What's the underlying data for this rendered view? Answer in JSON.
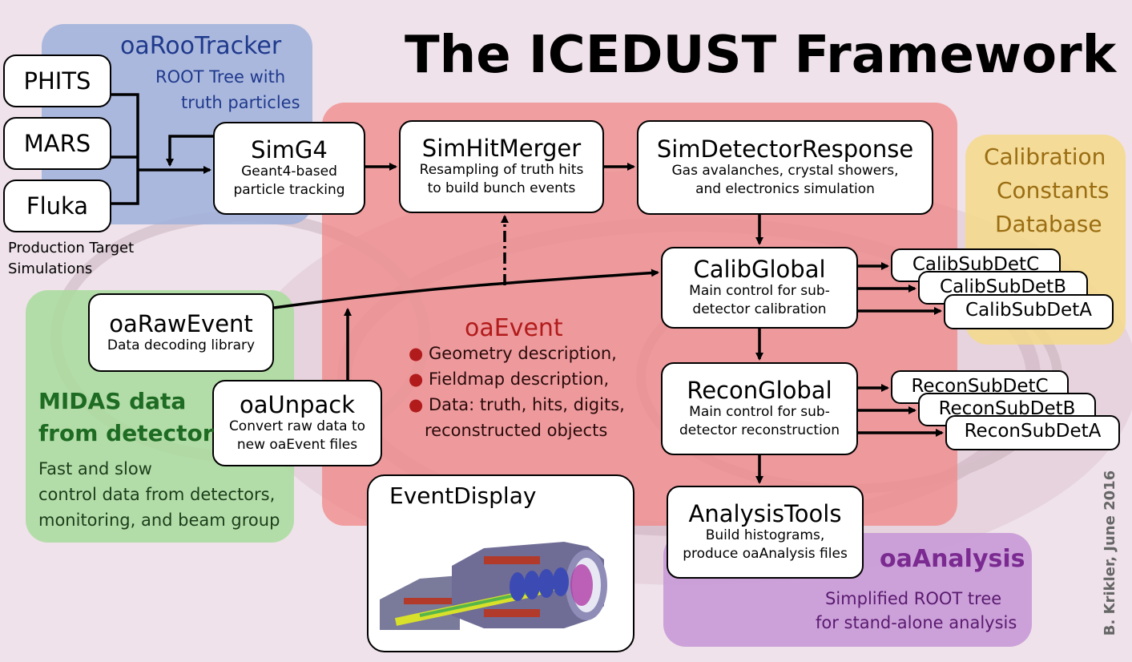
{
  "title": "The ICEDUST Framework",
  "credit": "B. Krikler, June 2016",
  "colors": {
    "blue_region": "#9fb0dc",
    "red_region": "#f08a8a",
    "green_region": "#a8dc9c",
    "yellow_region": "#f5d98a",
    "purple_region": "#c595d6",
    "oaRooTracker": "#1f3a8c",
    "oaEvent": "#b21b1b",
    "midas": "#1e6b23",
    "calib_db": "#9a6d12",
    "oaAnalysis": "#7a2a90"
  },
  "oaRooTracker": {
    "title": "oaRooTracker",
    "desc1": "ROOT Tree with",
    "desc2": "truth particles"
  },
  "production": {
    "phits": "PHITS",
    "mars": "MARS",
    "fluka": "Fluka",
    "caption1": "Production Target",
    "caption2": "Simulations"
  },
  "simg4": {
    "title": "SimG4",
    "desc1": "Geant4-based",
    "desc2": "particle tracking"
  },
  "simhitmerger": {
    "title": "SimHitMerger",
    "desc1": "Resampling of truth hits",
    "desc2": "to build bunch events"
  },
  "simdetresp": {
    "title": "SimDetectorResponse",
    "desc1": "Gas avalanches, crystal showers,",
    "desc2": "and electronics simulation"
  },
  "calibdb": {
    "line1": "Calibration",
    "line2": "Constants",
    "line3": "Database"
  },
  "calibglobal": {
    "title": "CalibGlobal",
    "desc1": "Main control for sub-",
    "desc2": "detector calibration"
  },
  "calibsub": {
    "c": "CalibSubDetC",
    "b": "CalibSubDetB",
    "a": "CalibSubDetA"
  },
  "reconglobal": {
    "title": "ReconGlobal",
    "desc1": "Main control for sub-",
    "desc2": "detector reconstruction"
  },
  "reconsub": {
    "c": "ReconSubDetC",
    "b": "ReconSubDetB",
    "a": "ReconSubDetA"
  },
  "oarawevent": {
    "title": "oaRawEvent",
    "desc1": "Data decoding library"
  },
  "oaunpack": {
    "title": "oaUnpack",
    "desc1": "Convert raw data to",
    "desc2": "new oaEvent files"
  },
  "oaevent": {
    "title": "oaEvent",
    "bullets": [
      "Geometry description,",
      "Fieldmap description,",
      "Data:  truth, hits, digits,",
      "reconstructed objects"
    ]
  },
  "midas": {
    "title1": "MIDAS data",
    "title2": "from detector",
    "desc1": "Fast and slow",
    "desc2": "control data from detectors,",
    "desc3": "monitoring, and beam group"
  },
  "eventdisplay": {
    "title": "EventDisplay"
  },
  "analysistools": {
    "title": "AnalysisTools",
    "desc1": "Build histograms,",
    "desc2": "produce oaAnalysis files"
  },
  "oaanalysis": {
    "title": "oaAnalysis",
    "desc1": "Simplified ROOT tree",
    "desc2": "for stand-alone analysis"
  }
}
